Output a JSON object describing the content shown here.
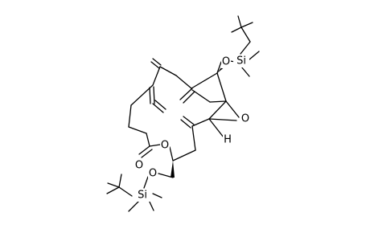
{
  "molecule": {
    "atoms": {
      "si_top": "Si",
      "o_top": "O",
      "o_epoxide": "O",
      "h_epoxide": "H",
      "o_ring": "O",
      "o_carbonyl": "O",
      "o_bottom": "O",
      "si_bottom": "Si"
    }
  }
}
